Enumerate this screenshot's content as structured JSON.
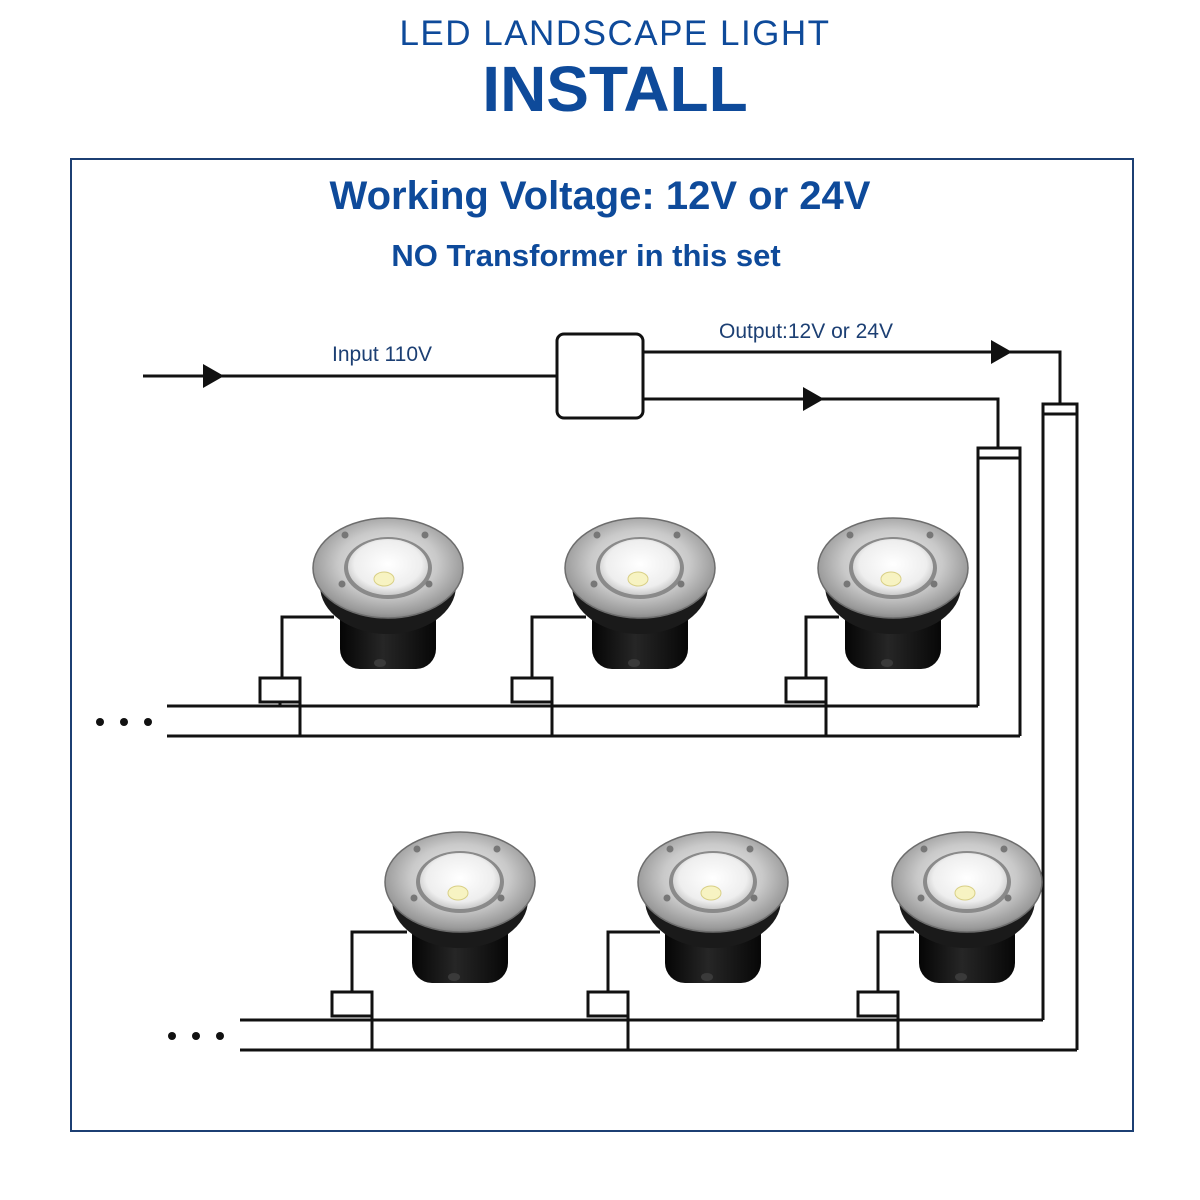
{
  "header": {
    "line1": "LED LANDSCAPE LIGHT",
    "line2": "INSTALL"
  },
  "panel": {
    "voltage_title": "Working Voltage: 12V or 24V",
    "transformer_note": "NO Transformer in this set"
  },
  "wiring": {
    "input_label": "Input 110V",
    "output_label": "Output:12V or 24V",
    "continuation_marker": "..."
  },
  "lights": {
    "row1_count": 3,
    "row2_count": 3
  },
  "colors": {
    "heading_blue": "#0e4a9a",
    "frame_navy": "#1c3f73",
    "wire_black": "#111111",
    "steel_ring": "#c8c8c8",
    "led_yellow": "#f7f3c2"
  }
}
